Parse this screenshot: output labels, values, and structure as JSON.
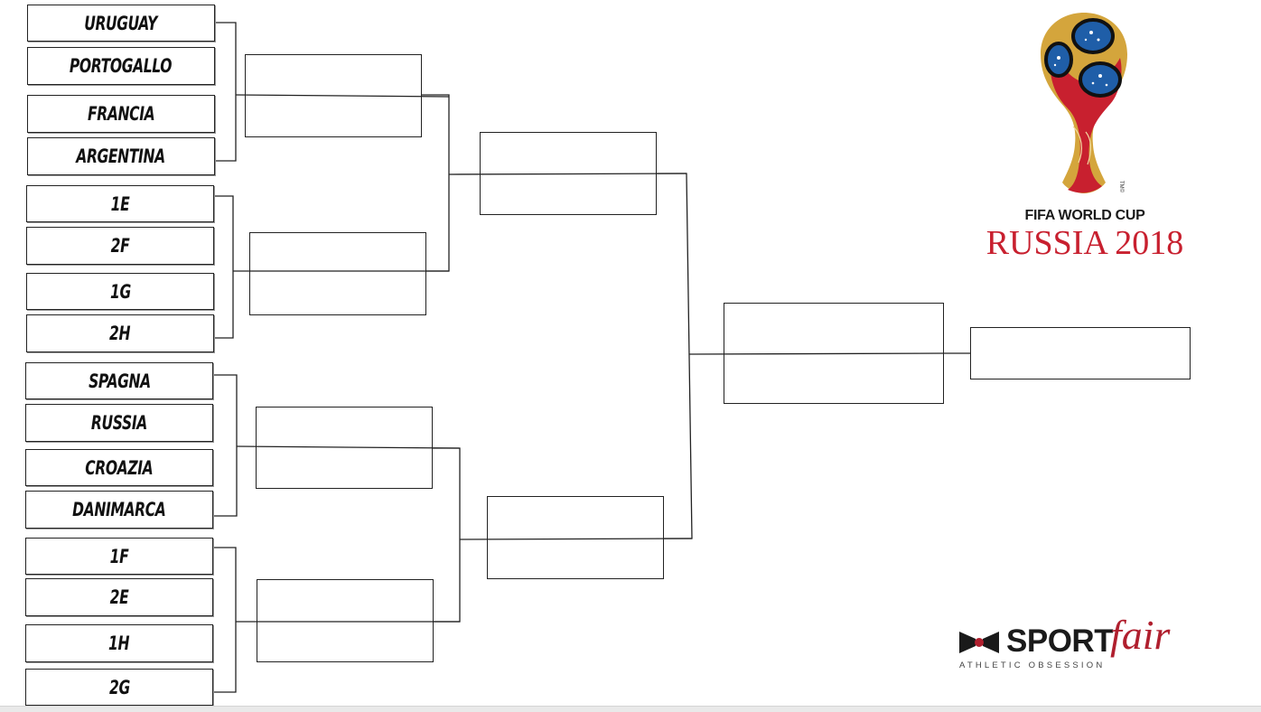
{
  "round_of_16": [
    {
      "match": 1,
      "teams": [
        "URUGUAY",
        "PORTOGALLO"
      ]
    },
    {
      "match": 2,
      "teams": [
        "FRANCIA",
        "ARGENTINA"
      ]
    },
    {
      "match": 3,
      "teams": [
        "1E",
        "2F"
      ]
    },
    {
      "match": 4,
      "teams": [
        "1G",
        "2H"
      ]
    },
    {
      "match": 5,
      "teams": [
        "SPAGNA",
        "RUSSIA"
      ]
    },
    {
      "match": 6,
      "teams": [
        "CROAZIA",
        "DANIMARCA"
      ]
    },
    {
      "match": 7,
      "teams": [
        "1F",
        "2E"
      ]
    },
    {
      "match": 8,
      "teams": [
        "1H",
        "2G"
      ]
    }
  ],
  "quarterfinals": [
    "",
    "",
    "",
    ""
  ],
  "semifinals": [
    "",
    ""
  ],
  "final": [
    ""
  ],
  "champion": [
    ""
  ],
  "logos": {
    "worldcup": {
      "line1": "FIFA WORLD CUP",
      "line2": "RUSSIA 2018",
      "trademark": "TM©"
    },
    "sportfair": {
      "brand_sport": "SPORT",
      "brand_fair": "fair",
      "tagline": "ATHLETIC OBSESSION"
    }
  },
  "colors": {
    "line": "#222222",
    "worldcup_red": "#c8202f",
    "worldcup_gold": "#d4a53c",
    "worldcup_blue": "#1f5ea8",
    "sportfair_red": "#b01f2e"
  }
}
